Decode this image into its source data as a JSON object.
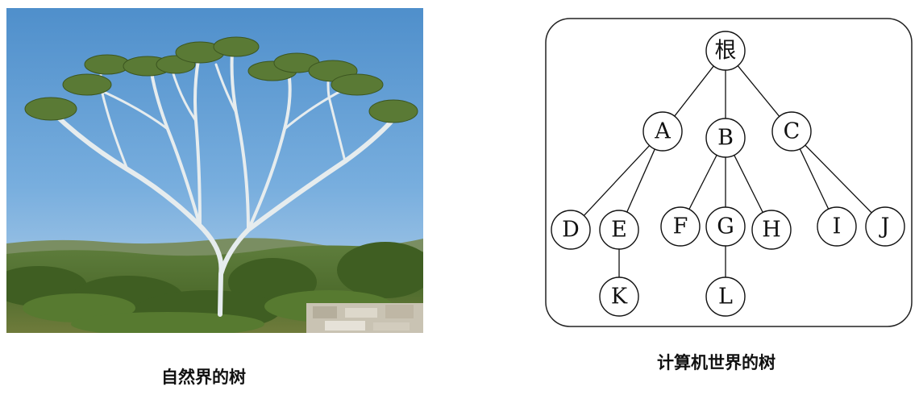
{
  "photo": {
    "depicts": "tree-photo"
  },
  "captions": {
    "nature": "自然界的树",
    "computer": "计算机世界的树"
  },
  "tree": {
    "nodes": [
      {
        "id": "root",
        "label": "根"
      },
      {
        "id": "A",
        "label": "A"
      },
      {
        "id": "B",
        "label": "B"
      },
      {
        "id": "C",
        "label": "C"
      },
      {
        "id": "D",
        "label": "D"
      },
      {
        "id": "E",
        "label": "E"
      },
      {
        "id": "F",
        "label": "F"
      },
      {
        "id": "G",
        "label": "G"
      },
      {
        "id": "H",
        "label": "H"
      },
      {
        "id": "I",
        "label": "I"
      },
      {
        "id": "J",
        "label": "J"
      },
      {
        "id": "K",
        "label": "K"
      },
      {
        "id": "L",
        "label": "L"
      }
    ],
    "edges": [
      [
        "root",
        "A"
      ],
      [
        "root",
        "B"
      ],
      [
        "root",
        "C"
      ],
      [
        "A",
        "D"
      ],
      [
        "A",
        "E"
      ],
      [
        "B",
        "F"
      ],
      [
        "B",
        "G"
      ],
      [
        "B",
        "H"
      ],
      [
        "C",
        "I"
      ],
      [
        "C",
        "J"
      ],
      [
        "E",
        "K"
      ],
      [
        "G",
        "L"
      ]
    ]
  }
}
